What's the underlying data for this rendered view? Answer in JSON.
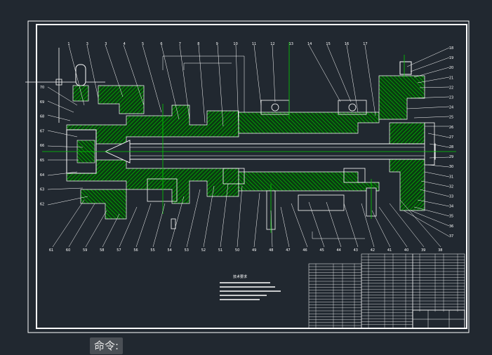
{
  "command": {
    "prompt": "命令:"
  },
  "drawing": {
    "balloons_top": [
      "1",
      "3",
      "3",
      "4",
      "5",
      "6",
      "7",
      "8",
      "9",
      "10",
      "11",
      "12",
      "13",
      "14",
      "15",
      "16",
      "17"
    ],
    "balloons_right": [
      "18",
      "19",
      "20",
      "21",
      "22",
      "23",
      "24",
      "25",
      "26",
      "27",
      "28",
      "29",
      "30",
      "31",
      "32",
      "33",
      "34",
      "35",
      "36",
      "37"
    ],
    "balloons_left": [
      "70",
      "69",
      "68",
      "67",
      "66",
      "65",
      "64",
      "63",
      "62"
    ],
    "balloons_bottom": [
      "61",
      "60",
      "59",
      "58",
      "57",
      "56",
      "55",
      "54",
      "53",
      "52",
      "51",
      "50",
      "49",
      "48",
      "47",
      "46",
      "45",
      "44",
      "43",
      "42",
      "41",
      "40",
      "39",
      "38"
    ],
    "notes_title": "技术要求"
  },
  "colors": {
    "background": "#212830",
    "lines": "#ffffff",
    "hatch": "#00c800",
    "axis": "#ff3333"
  }
}
